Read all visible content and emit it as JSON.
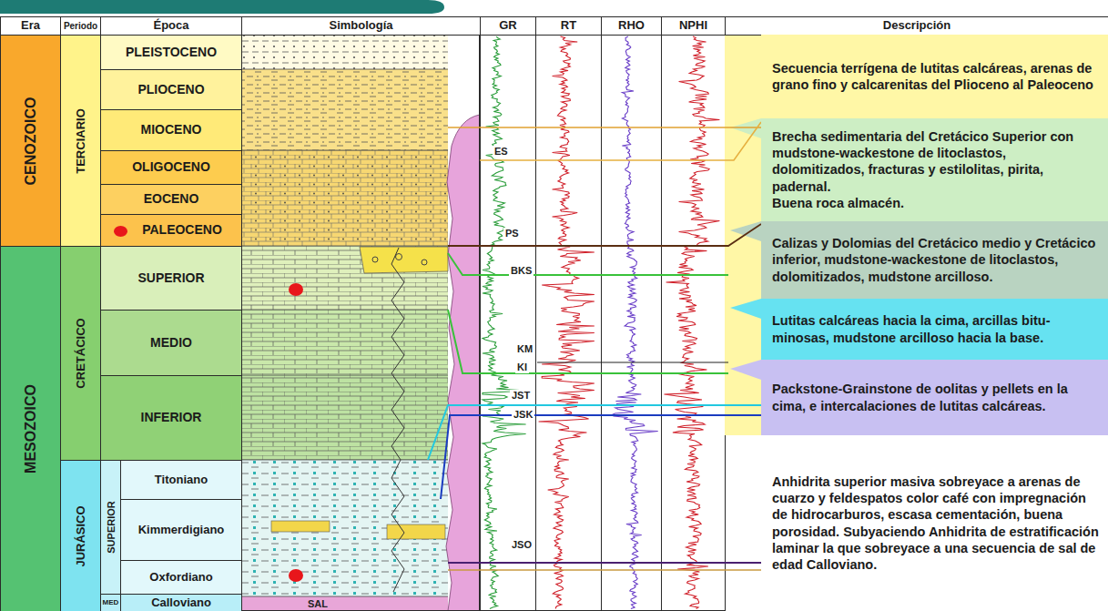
{
  "diagram": {
    "nodes": [
      {
        "text": [
          "Era"
        ]
      },
      {
        "text": [
          "Periodo"
        ]
      },
      {
        "text": [
          "Época"
        ]
      },
      {
        "text": [
          "Simbología"
        ]
      },
      {
        "text": [
          "GR"
        ]
      },
      {
        "text": [
          "RT"
        ]
      },
      {
        "text": [
          "RHO"
        ]
      },
      {
        "text": [
          "NPHI"
        ]
      },
      {
        "text": [
          "Descripción"
        ]
      },
      {
        "text": [
          "CENOZOICO"
        ]
      },
      {
        "text": [
          "TERCIARIO"
        ]
      },
      {
        "text": [
          "PLEISTOCENO"
        ]
      },
      {
        "text": [
          "PLIOCENO"
        ]
      },
      {
        "text": [
          "MIOCENO"
        ]
      },
      {
        "text": [
          "OLIGOCENO"
        ]
      },
      {
        "text": [
          "EOCENO"
        ]
      },
      {
        "text": [
          "PALEOCENO"
        ]
      },
      {
        "text": [
          "MESOZOICO"
        ]
      },
      {
        "text": [
          "CRETÁCICO"
        ]
      },
      {
        "text": [
          "SUPERIOR"
        ]
      },
      {
        "text": [
          "MEDIO"
        ]
      },
      {
        "text": [
          "INFERIOR"
        ]
      },
      {
        "text": [
          "JURÁSICO"
        ]
      },
      {
        "text": [
          "SUPERIOR"
        ]
      },
      {
        "text": [
          "Titoniano"
        ]
      },
      {
        "text": [
          "Kimmerdigiano"
        ]
      },
      {
        "text": [
          "Oxfordiano"
        ]
      },
      {
        "text": [
          "MED"
        ]
      },
      {
        "text": [
          "Calloviano"
        ]
      },
      {
        "text": [
          "Secuencia terrígena de lutitas calcáreas, arenas de grano fino y calcarenitas del Plioceno al Paleoceno"
        ]
      },
      {
        "text": [
          "Brecha sedimentaria del Cretácico Superior con mudstone-wackestone de litoclastos, dolomitizados, fracturas y estilolitas, pirita, padernal.",
          "Buena roca almacén."
        ]
      },
      {
        "text": [
          "Calizas y Dolomias del Cretácico medio y Cretácico inferior, mudstone-wackestone de litoclastos, dolomitizados, mudstone arcilloso."
        ]
      },
      {
        "text": [
          "Lutitas calcáreas hacia la cima, arcillas bitu-minosas, mudstone arcilloso hacia la base."
        ]
      },
      {
        "text": [
          "Packstone-Grainstone de oolitas y pellets en la cima, e intercalaciones de lutitas calcáreas."
        ]
      },
      {
        "text": [
          "Anhidrita superior masiva sobreyace a arenas de cuarzo y feldespatos color café con impregnación de hidrocarburos, escasa cementación, buena porosidad. Subyaciendo Anhidrita de estratificación laminar la que sobreyace a una secuencia de sal de edad Calloviano."
        ]
      }
    ],
    "labels": [
      "ES",
      "PS",
      "BKS",
      "KM",
      "KI",
      "JST",
      "JSK",
      "JSO",
      "SAL"
    ]
  }
}
